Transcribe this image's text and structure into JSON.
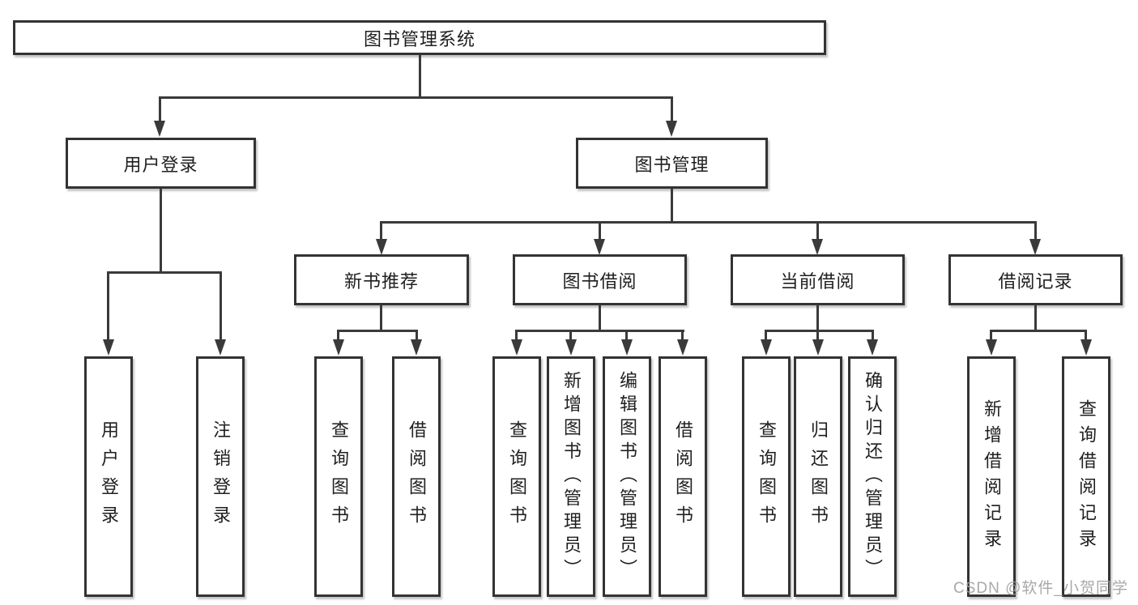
{
  "tree": {
    "root": "图书管理系统",
    "branches": {
      "user": {
        "label": "用户登录",
        "children": [
          "用户登录",
          "注销登录"
        ]
      },
      "books": {
        "label": "图书管理",
        "sections": {
          "recommend": {
            "label": "新书推荐",
            "children": [
              "查询图书",
              "借阅图书"
            ]
          },
          "borrow": {
            "label": "图书借阅",
            "children": [
              "查询图书",
              "新增图书（管理员）",
              "编辑图书（管理员）",
              "借阅图书"
            ]
          },
          "current": {
            "label": "当前借阅",
            "children": [
              "查询图书",
              "归还图书",
              "确认归还（管理员）"
            ]
          },
          "records": {
            "label": "借阅记录",
            "children": [
              "新增借阅记录",
              "查询借阅记录"
            ]
          }
        }
      }
    }
  },
  "watermark": "CSDN @软件_小贺同学",
  "colors": {
    "line": "#3a3a3a",
    "border": "#333333",
    "text": "#1f1f1f",
    "watermark": "#9f9f9f",
    "background": "#ffffff"
  }
}
